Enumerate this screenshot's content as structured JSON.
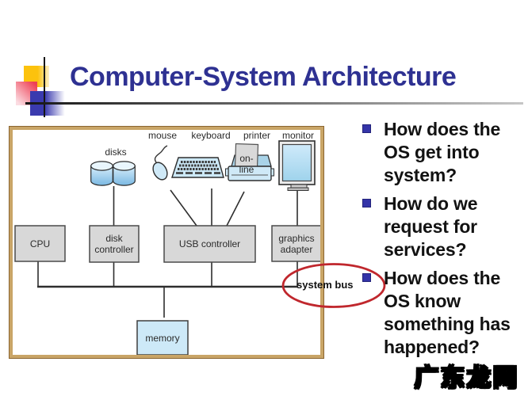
{
  "slide": {
    "title": "Computer-System Architecture",
    "watermark": "广东龙网"
  },
  "bullets": {
    "items": [
      {
        "text": "How does the\nOS get into\nsystem?"
      },
      {
        "text": "How do we\nrequest for\nservices?"
      },
      {
        "text": "How does the\nOS know\nsomething has\nhappened?"
      }
    ]
  },
  "diagram": {
    "device_labels": {
      "disks": "disks",
      "mouse": "mouse",
      "keyboard": "keyboard",
      "printer": "printer",
      "monitor": "monitor",
      "online": "on-line"
    },
    "component_labels": {
      "cpu": "CPU",
      "disk_controller": "disk\ncontroller",
      "usb_controller": "USB controller",
      "graphics_adapter": "graphics\nadapter",
      "memory": "memory"
    },
    "bus_label": "system bus"
  },
  "colors": {
    "title": "#2e3192",
    "bullet_square": "#3434a8",
    "ellipse_red": "#c0272d",
    "diagram_border": "#c9a567",
    "component_fill": "#d8d8d8",
    "memory_fill": "#cde9f8",
    "device_fill": "#cfe9f7"
  }
}
